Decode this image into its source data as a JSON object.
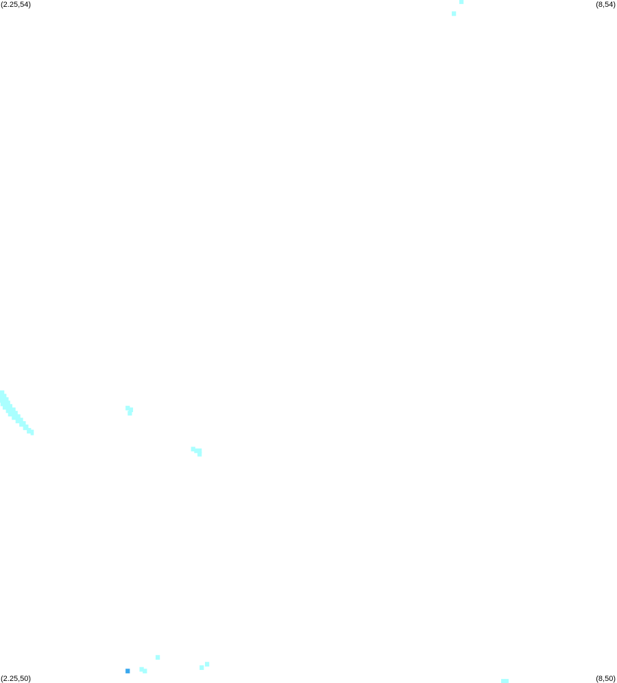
{
  "chart_data": {
    "type": "heatmap",
    "xlim": [
      2.25,
      8
    ],
    "ylim": [
      50,
      54
    ],
    "grid": false,
    "legend": "none",
    "corner_labels": {
      "top_left": "(2.25,54)",
      "top_right": "(8,54)",
      "bottom_left": "(2.25,50)",
      "bottom_right": "(8,50)"
    },
    "colors": {
      "light": "#aaffff",
      "medium": "#3aa8ee"
    },
    "cell_size": [
      0.04,
      0.027
    ],
    "cells": [
      {
        "x": 6.55,
        "y": 53.99,
        "level": "light"
      },
      {
        "x": 6.48,
        "y": 53.92,
        "level": "light"
      },
      {
        "x": 3.44,
        "y": 51.61,
        "level": "light"
      },
      {
        "x": 3.47,
        "y": 51.6,
        "level": "light"
      },
      {
        "x": 3.46,
        "y": 51.58,
        "level": "light"
      },
      {
        "x": 4.05,
        "y": 51.37,
        "level": "light"
      },
      {
        "x": 4.08,
        "y": 51.36,
        "level": "light"
      },
      {
        "x": 4.11,
        "y": 51.36,
        "level": "light"
      },
      {
        "x": 4.11,
        "y": 51.34,
        "level": "light"
      },
      {
        "x": 3.72,
        "y": 50.15,
        "level": "light"
      },
      {
        "x": 4.18,
        "y": 50.11,
        "level": "light"
      },
      {
        "x": 4.13,
        "y": 50.09,
        "level": "light"
      },
      {
        "x": 3.57,
        "y": 50.08,
        "level": "light"
      },
      {
        "x": 3.6,
        "y": 50.07,
        "level": "light"
      },
      {
        "x": 3.44,
        "y": 50.07,
        "level": "medium"
      },
      {
        "x": 6.94,
        "y": 50.01,
        "level": "light"
      },
      {
        "x": 6.97,
        "y": 50.01,
        "level": "light"
      }
    ],
    "coast_band": [
      {
        "x": 2.25,
        "y": 51.7,
        "w": 0.04
      },
      {
        "x": 2.27,
        "y": 51.68,
        "w": 0.06
      },
      {
        "x": 2.28,
        "y": 51.66,
        "w": 0.08
      },
      {
        "x": 2.3,
        "y": 51.64,
        "w": 0.09
      },
      {
        "x": 2.32,
        "y": 51.62,
        "w": 0.09
      },
      {
        "x": 2.35,
        "y": 51.6,
        "w": 0.09
      },
      {
        "x": 2.37,
        "y": 51.58,
        "w": 0.09
      },
      {
        "x": 2.4,
        "y": 51.56,
        "w": 0.08
      },
      {
        "x": 2.43,
        "y": 51.54,
        "w": 0.07
      },
      {
        "x": 2.46,
        "y": 51.52,
        "w": 0.06
      },
      {
        "x": 2.49,
        "y": 51.5,
        "w": 0.05
      },
      {
        "x": 2.52,
        "y": 51.48,
        "w": 0.04
      },
      {
        "x": 2.55,
        "y": 51.47,
        "w": 0.03
      }
    ]
  }
}
